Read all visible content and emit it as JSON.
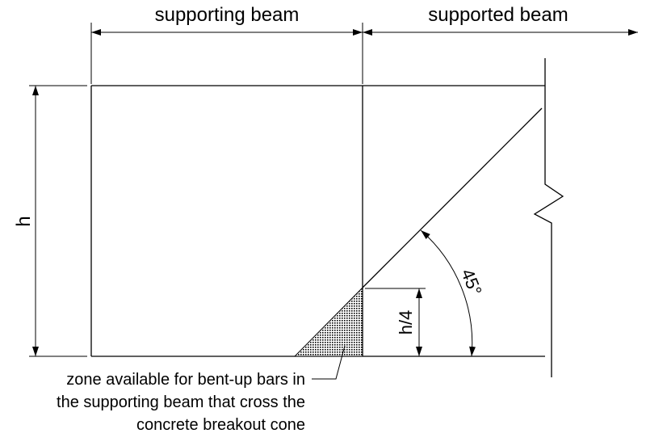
{
  "labels": {
    "supporting_beam": "supporting beam",
    "supported_beam": "supported beam",
    "height": "h",
    "quarter_height": "h/4",
    "angle": "45°",
    "note_line1": "zone available for bent-up bars in",
    "note_line2": "the supporting beam that cross the",
    "note_line3": "concrete breakout cone"
  }
}
